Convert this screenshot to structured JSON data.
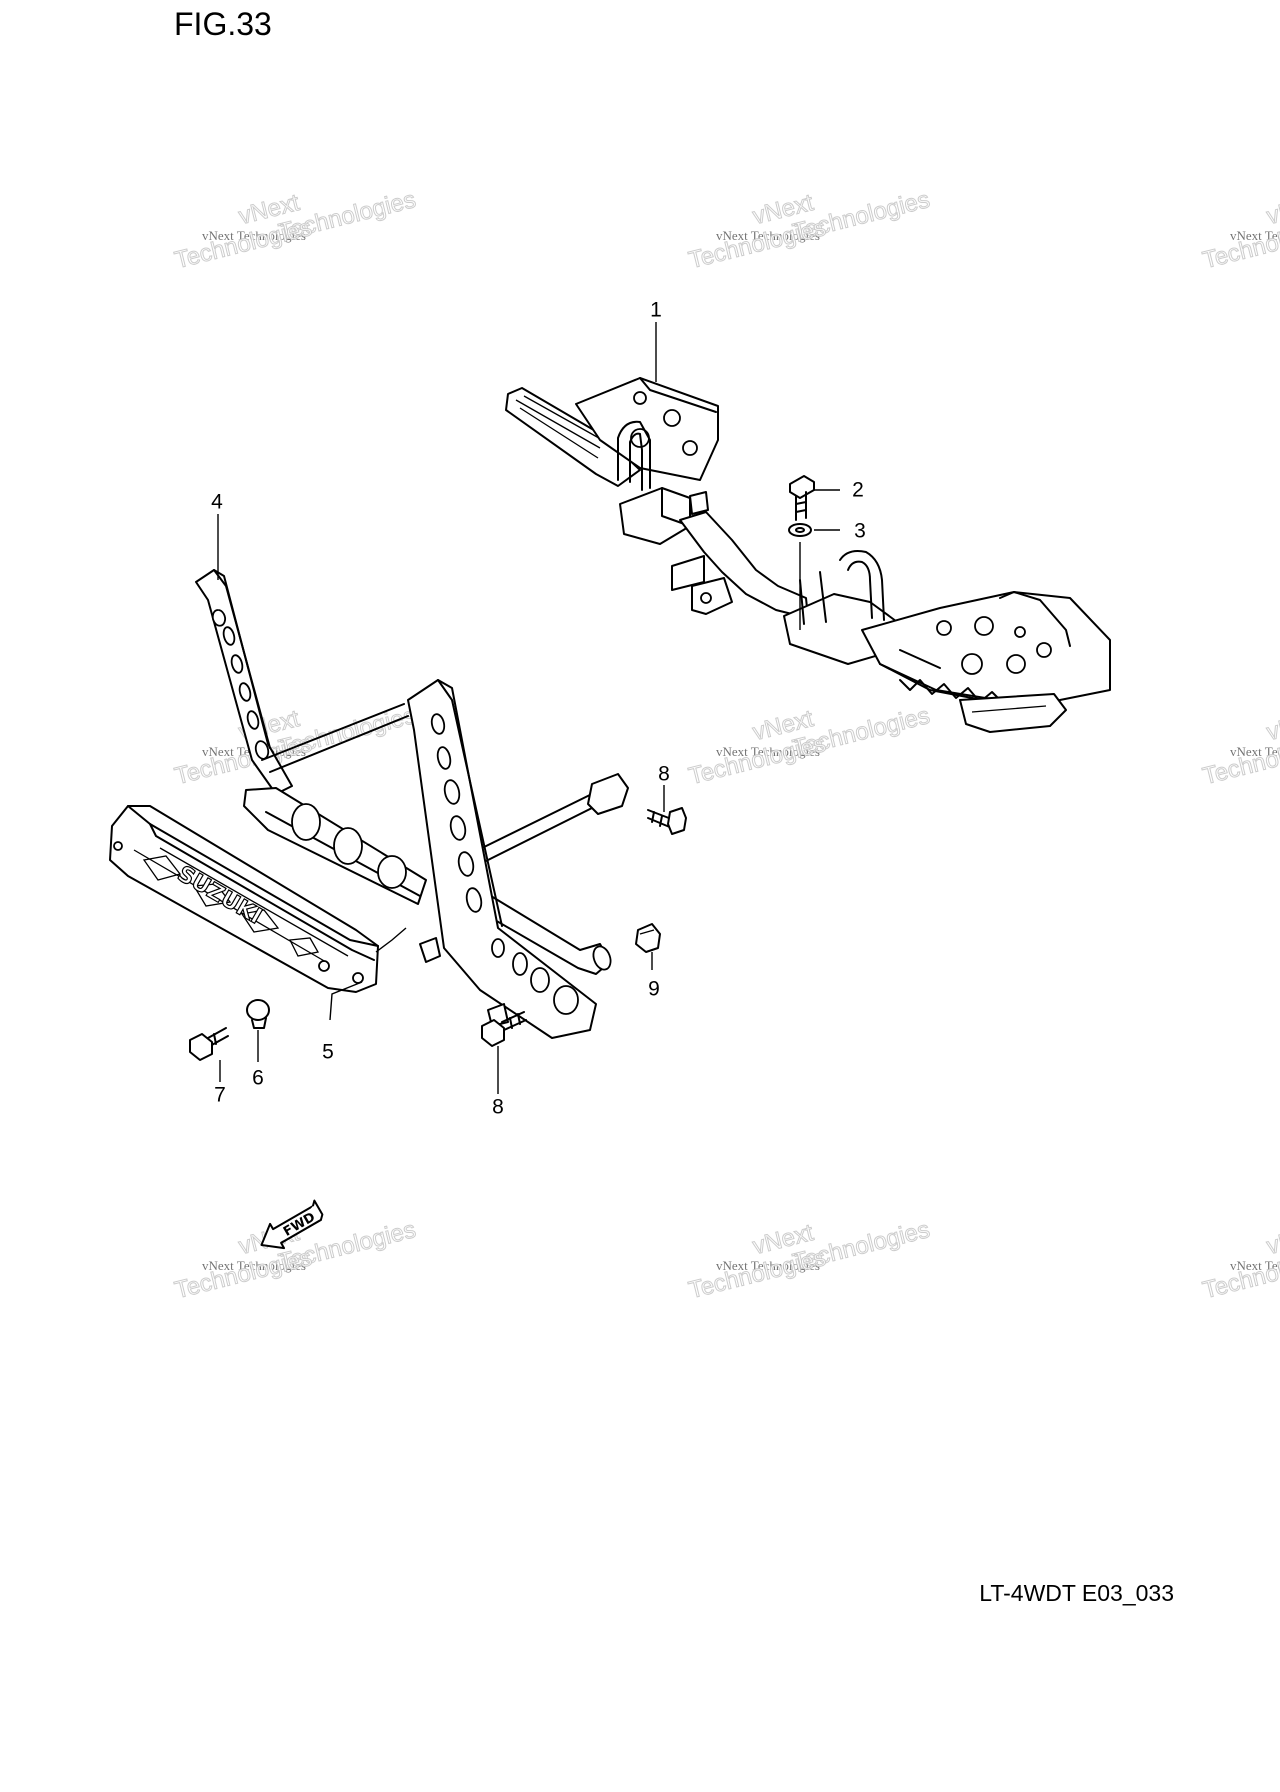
{
  "figure": {
    "title": "FIG.33",
    "drawing_code": "LT-4WDT E03_033"
  },
  "callouts": [
    "1",
    "2",
    "3",
    "4",
    "5",
    "6",
    "7",
    "8",
    "8",
    "9"
  ],
  "watermark": {
    "brand": "vNext",
    "line": "vNext Technologies",
    "ghost": "Technologies"
  },
  "direction_marker": {
    "label": "FWD",
    "icon": "fwd-arrow-icon"
  },
  "emblem_text": "SUZUKI"
}
